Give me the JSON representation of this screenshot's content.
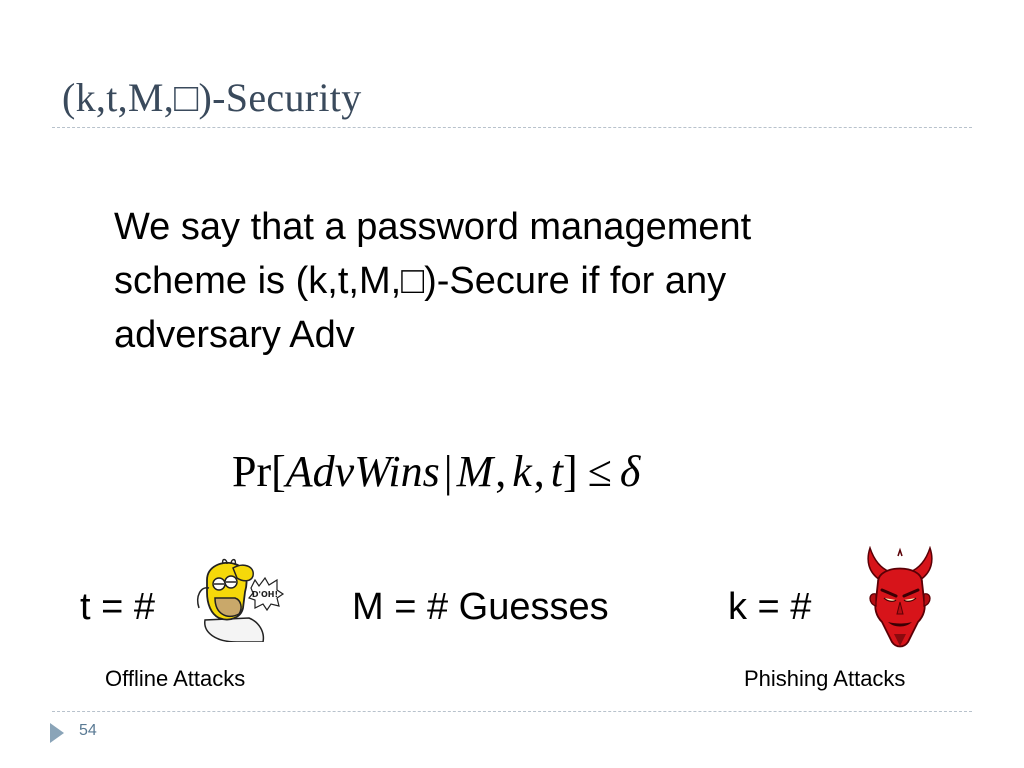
{
  "slide": {
    "title": "(k,t,M,□)-Security",
    "definition": "We say that a password management scheme is (k,t,M,□)-Secure if for any adversary Adv",
    "formula": {
      "prefix": "Pr[",
      "event": "AdvWins",
      "bar": "|",
      "m": "M",
      "k": "k",
      "t": "t",
      "close": "]",
      "leq": "≤",
      "delta": "δ"
    },
    "labels": {
      "t": "t = #",
      "m": "M = # Guesses",
      "k": "k = #"
    },
    "captions": {
      "offline": "Offline Attacks",
      "phishing": "Phishing Attacks"
    },
    "homer_speech": "D'OH!",
    "page_number": "54"
  },
  "colors": {
    "title": "#3a4a5c",
    "rule": "#b8c2cc",
    "accent": "#8aa4b8",
    "devil_red": "#d7141a",
    "homer_yellow": "#f5d90a"
  },
  "icons": {
    "homer": "homer-doh-icon",
    "devil": "devil-head-icon",
    "page_marker": "triangle-right-icon"
  }
}
